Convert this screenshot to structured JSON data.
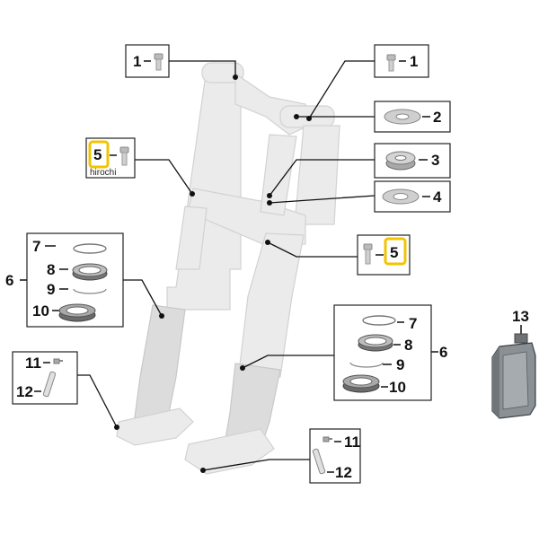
{
  "diagram": {
    "watermark": "hirochi",
    "highlight_color": "#f2c400",
    "callouts": [
      {
        "id": "c1a",
        "items": [
          "1"
        ]
      },
      {
        "id": "c1b",
        "items": [
          "1"
        ]
      },
      {
        "id": "c2",
        "items": [
          "2"
        ]
      },
      {
        "id": "c3",
        "items": [
          "3"
        ]
      },
      {
        "id": "c4",
        "items": [
          "4"
        ]
      },
      {
        "id": "c5a",
        "items": [
          "5"
        ],
        "highlighted": true
      },
      {
        "id": "c5b",
        "items": [
          "5"
        ],
        "highlighted": true
      },
      {
        "id": "c6a",
        "items": [
          "7",
          "8",
          "9",
          "10"
        ],
        "group": "6"
      },
      {
        "id": "c6b",
        "items": [
          "7",
          "8",
          "9",
          "10"
        ],
        "group": "6"
      },
      {
        "id": "c11a",
        "items": [
          "11",
          "12"
        ]
      },
      {
        "id": "c11b",
        "items": [
          "11",
          "12"
        ]
      },
      {
        "id": "c13",
        "items": [
          "13"
        ]
      }
    ]
  }
}
